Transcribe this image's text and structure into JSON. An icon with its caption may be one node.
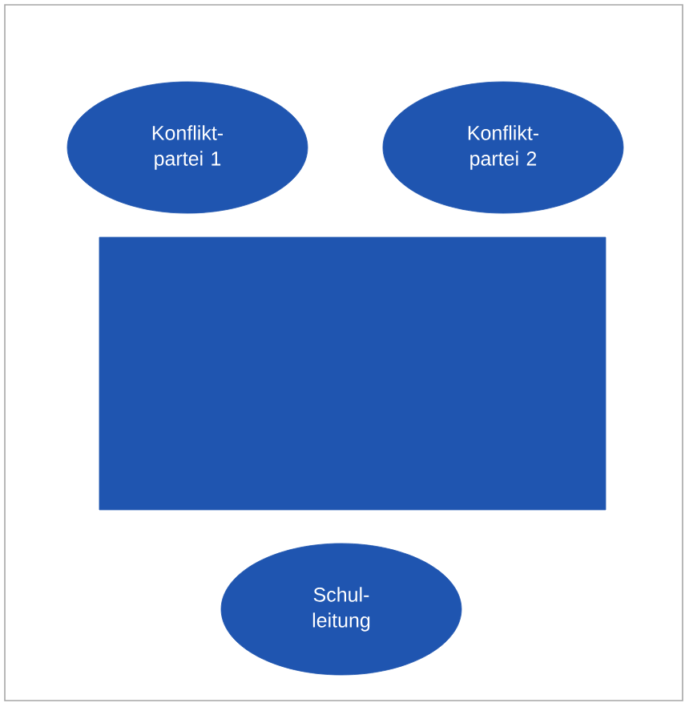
{
  "diagram": {
    "nodes": [
      {
        "text": [
          "Konflikt- partei 1"
        ]
      },
      {
        "text": [
          "Konflikt- partei 2"
        ]
      },
      {
        "text": [],
        "shape": "box"
      },
      {
        "text": [
          "Schul- leitung"
        ]
      }
    ]
  }
}
